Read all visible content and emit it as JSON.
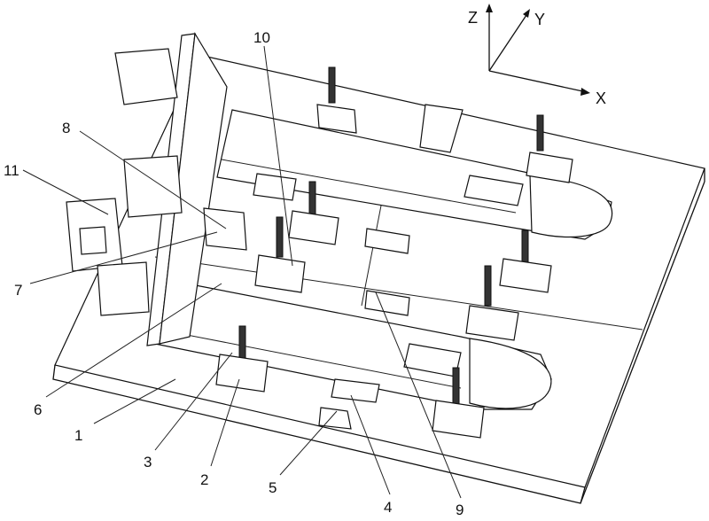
{
  "figure": {
    "axes": {
      "z": "Z",
      "y": "Y",
      "x": "X"
    },
    "part_labels": [
      "1",
      "2",
      "3",
      "4",
      "5",
      "6",
      "7",
      "8",
      "9",
      "10",
      "11"
    ]
  }
}
